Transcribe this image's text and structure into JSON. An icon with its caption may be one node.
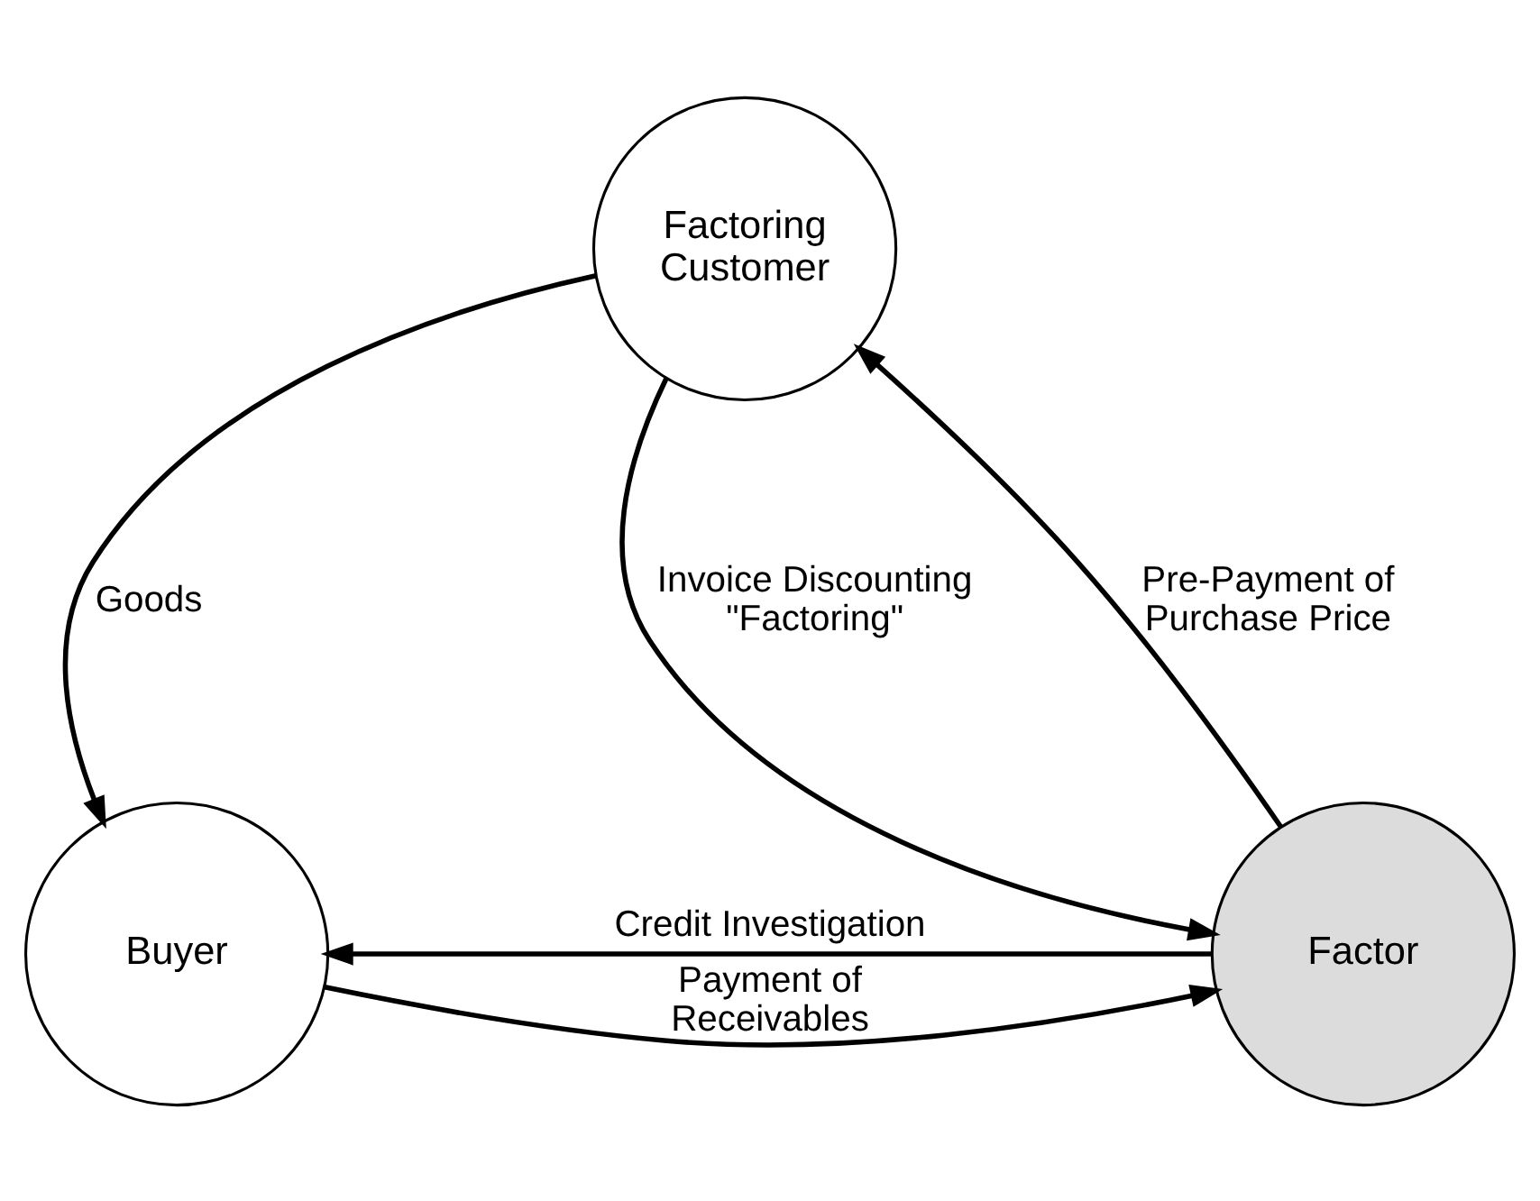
{
  "diagram": {
    "nodes": [
      {
        "text": [
          "Factoring Customer"
        ]
      },
      {
        "text": [
          "Buyer"
        ]
      },
      {
        "text": [
          "Factor"
        ]
      }
    ],
    "edges": [
      {
        "from": 0,
        "to": 1,
        "arrow": "to",
        "label": "Goods"
      },
      {
        "from": 0,
        "to": 2,
        "arrow": "to",
        "label": "Invoice Discounting \"Factoring\""
      },
      {
        "from": 2,
        "to": 0,
        "arrow": "to",
        "label": "Pre-Payment of Purchase Price"
      },
      {
        "from": 1,
        "to": 2,
        "arrow": "to",
        "label": "Payment of Receivables"
      },
      {
        "from": 2,
        "to": 1,
        "arrow": "to",
        "label": "Credit Investigation"
      }
    ]
  }
}
